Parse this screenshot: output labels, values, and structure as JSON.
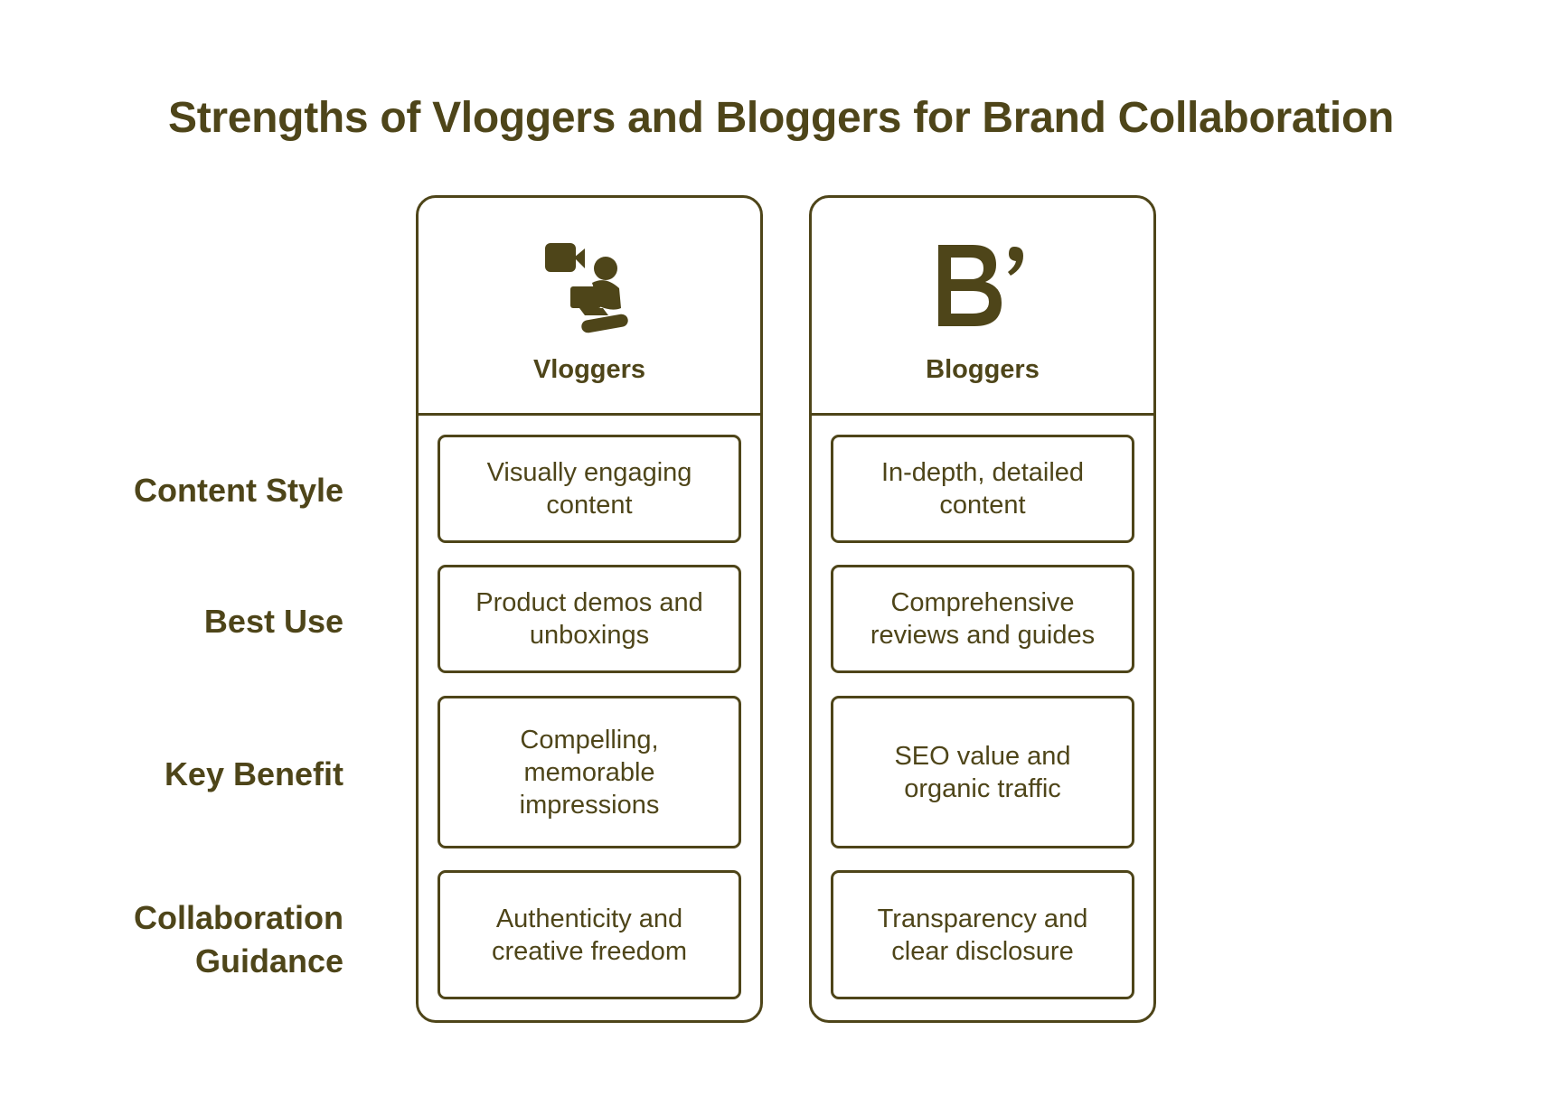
{
  "title": "Strengths of Vloggers and Bloggers for Brand Collaboration",
  "row_labels": [
    "Content Style",
    "Best Use",
    "Key Benefit",
    "Collaboration\nGuidance"
  ],
  "columns": [
    {
      "name": "Vloggers",
      "icon": "vlogger-camera-person-icon",
      "cells": [
        "Visually engaging content",
        "Product demos and unboxings",
        "Compelling, memorable impressions",
        "Authenticity and creative freedom"
      ]
    },
    {
      "name": "Bloggers",
      "icon": "blogger-logo-icon",
      "cells": [
        "In-depth, detailed content",
        "Comprehensive reviews and guides",
        "SEO value and organic traffic",
        "Transparency and clear disclosure"
      ]
    }
  ],
  "colors": {
    "primary": "#4e4519",
    "background": "#ffffff"
  }
}
